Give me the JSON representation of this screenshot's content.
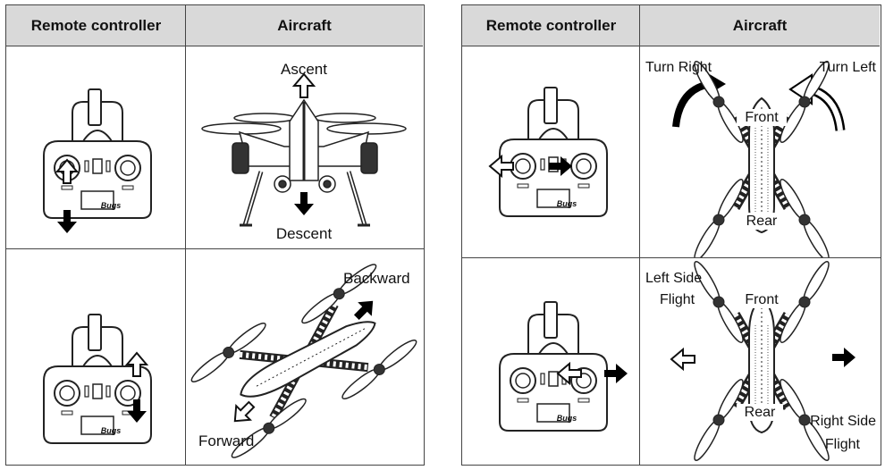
{
  "headers": {
    "remote_controller": "Remote controller",
    "aircraft": "Aircraft"
  },
  "controller_badge": "Bugs",
  "icons": {
    "outline_arrow": "hollow-arrow-icon",
    "solid_arrow": "solid-arrow-icon",
    "curved_arrow": "curved-arrow-icon"
  },
  "colors": {
    "border": "#444444",
    "header_bg": "#d9d9d9",
    "line_art": "#222222",
    "arrow_fill": "#000000"
  },
  "rows": [
    {
      "labels": {
        "top": "Ascent",
        "bottom": "Descent"
      }
    },
    {
      "labels": {
        "backward": "Backward",
        "forward": "Forward"
      }
    },
    {
      "labels": {
        "turn_right": "Turn Right",
        "turn_left": "Turn Left",
        "front": "Front",
        "rear": "Rear"
      }
    },
    {
      "labels": {
        "left_side_1": "Left Side",
        "left_side_2": "Flight",
        "front": "Front",
        "rear": "Rear",
        "right_side_1": "Right Side",
        "right_side_2": "Flight"
      }
    }
  ]
}
